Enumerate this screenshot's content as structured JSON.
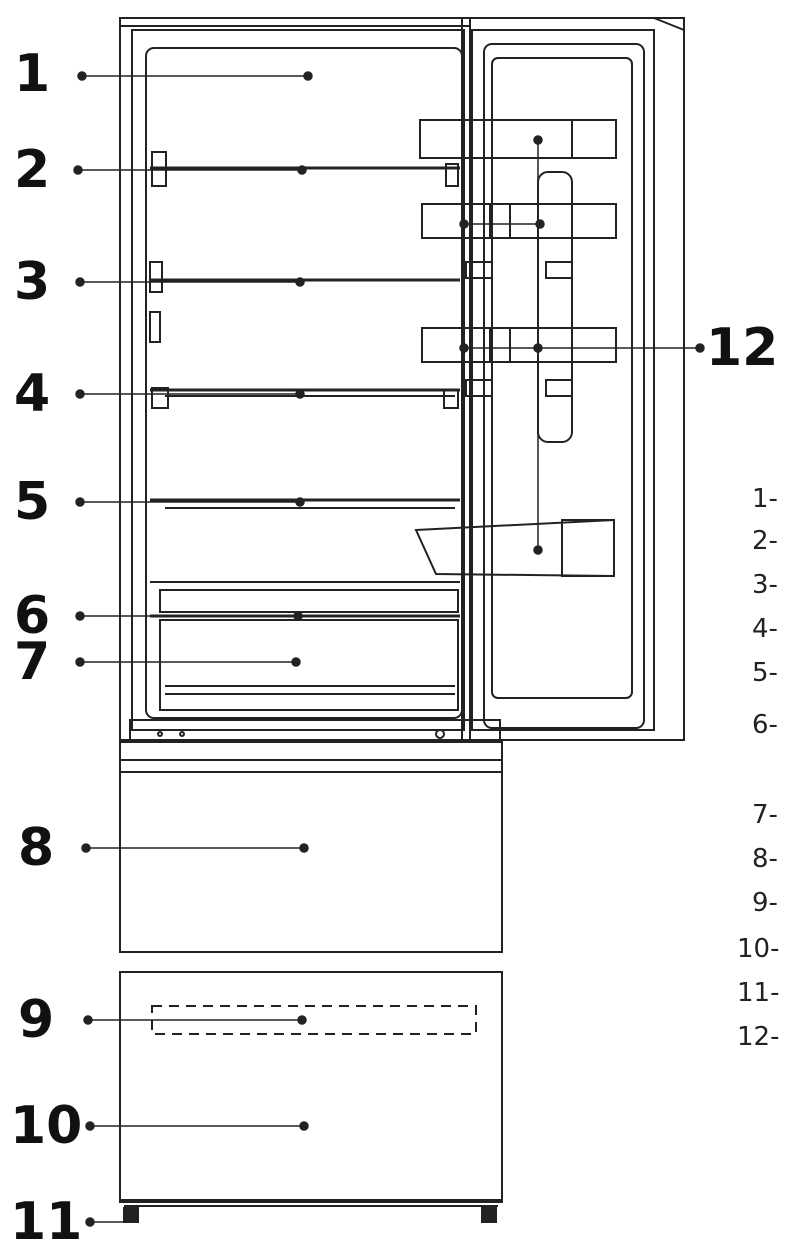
{
  "callouts": [
    "1",
    "2",
    "3",
    "4",
    "5",
    "6",
    "7",
    "8",
    "9",
    "10",
    "11",
    "12"
  ],
  "legend": [
    "1-",
    "2-",
    "3-",
    "4-",
    "5-",
    "6-",
    "7-",
    "8-",
    "9-",
    "10-",
    "11-",
    "12-"
  ]
}
